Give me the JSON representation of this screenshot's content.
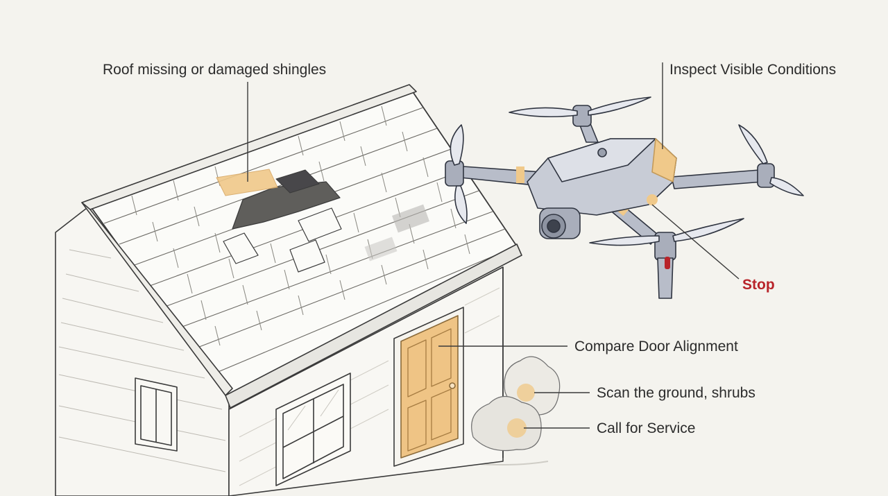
{
  "callouts": {
    "roof": "Roof missing or damaged shingles",
    "inspect": "Inspect Visible Conditions",
    "stop": "Stop",
    "door": "Compare Door Alignment",
    "ground": "Scan the ground, shrubs",
    "service": "Call for Service"
  },
  "colors": {
    "background": "#f4f3ee",
    "ink": "#3a3a3a",
    "highlight": "#f0c98a",
    "door": "#efc485",
    "drone_body": "#c8ccd6",
    "alert": "#b8242a",
    "label_text": "#2b2b2b"
  }
}
